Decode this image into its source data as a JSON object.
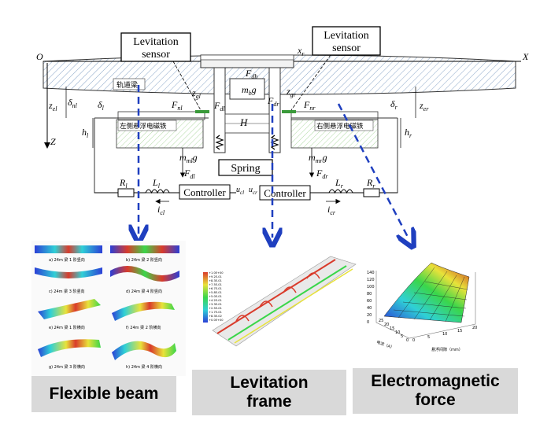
{
  "diagram": {
    "callouts": {
      "sensor_left": [
        "Levitation",
        "sensor"
      ],
      "sensor_right": [
        "Levitation",
        "sensor"
      ],
      "spring": "Spring",
      "controller_left": "Controller",
      "controller_right": "Controller"
    },
    "symbols": {
      "origin": "O",
      "x_axis": "X",
      "z_axis": "Z",
      "xr": "x_r",
      "Fdb": "F_db",
      "mbg": "m_b g",
      "zgl": "z_gl",
      "zgr": "z_gr",
      "Fdl": "F_dl",
      "Fdr": "F_dr",
      "Fnl": "F_nl",
      "Fnr": "F_nr",
      "zel": "z_el",
      "zer": "z_er",
      "delta_nl": "δ_nl",
      "delta_l": "δ_l",
      "delta_r": "δ_r",
      "hl": "h_l",
      "hr": "h_r",
      "H": "H",
      "mmlg": "m_ml g",
      "mmrg": "m_mr g",
      "Fdl2": "F_dl",
      "Fdr2": "F_dr",
      "Rl": "R_l",
      "Ll": "L_l",
      "Lr": "L_r",
      "Rr": "R_r",
      "ucl": "u_cl",
      "ucr": "u_cr",
      "icl": "i_cl",
      "icr": "i_cr"
    },
    "chinese": {
      "track_beam": "轨道梁",
      "left_magnet": "左侧悬浮电磁铁",
      "right_magnet": "右侧悬浮电磁铁"
    }
  },
  "beam_panel": {
    "modes": [
      "a) 24m 梁 1 阶竖向",
      "b) 24m 梁 2 阶竖向",
      "c) 24m 梁 3 阶竖向",
      "d) 24m 梁 4 阶竖向",
      "e) 24m 梁 1 阶横向",
      "f) 24m 梁 2 阶横向",
      "g) 24m 梁 3 阶横向",
      "h) 24m 梁 4 阶横向"
    ]
  },
  "frame_panel": {
    "legend_values": [
      "+1.0E+00",
      "+9.2E-01",
      "+8.3E-01",
      "+7.5E-01",
      "+6.7E-01",
      "+5.8E-01",
      "+5.0E-01",
      "+4.2E-01",
      "+3.3E-01",
      "+2.5E-01",
      "+1.7E-01",
      "+8.3E-02",
      "+0.0E+00"
    ]
  },
  "force_panel": {
    "z_ticks": [
      "140",
      "120",
      "100",
      "80",
      "60",
      "40",
      "20",
      "0"
    ],
    "x_ticks": [
      "0",
      "5",
      "10",
      "15",
      "20"
    ],
    "y_ticks": [
      "0",
      "5",
      "10",
      "15",
      "20",
      "25"
    ],
    "x_label": "悬浮间隙（mm）",
    "y_label": "电流（A）"
  },
  "captions": {
    "flexible_beam": "Flexible beam",
    "levitation_frame": [
      "Levitation",
      "frame"
    ],
    "electromagnetic_force": [
      "Electromagnetic",
      "force"
    ]
  },
  "colors": {
    "arrow": "#1f3fbf",
    "magnet_fill": "#dff0d8",
    "caption_bg": "#d9d9d9"
  }
}
